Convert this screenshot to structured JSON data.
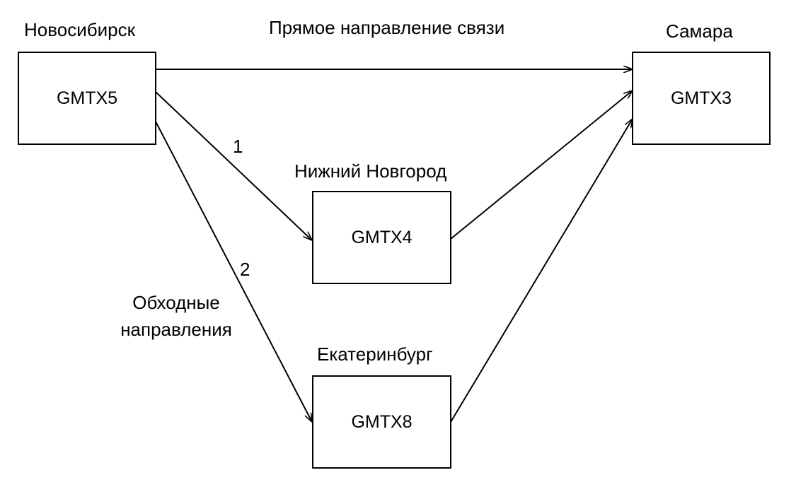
{
  "title": "Прямое направление связи",
  "bypass_label": [
    "Обходные",
    "направления"
  ],
  "route_labels": [
    "1",
    "2"
  ],
  "nodes": {
    "novosibirsk": {
      "city": "Новосибирск",
      "id": "GMTX5"
    },
    "samara": {
      "city": "Самара",
      "id": "GMTX3"
    },
    "nizhny": {
      "city": "Нижний Новгород",
      "id": "GMTX4"
    },
    "ekaterinburg": {
      "city": "Екатеринбург",
      "id": "GMTX8"
    }
  },
  "edges": [
    {
      "from": "GMTX5",
      "to": "GMTX3"
    },
    {
      "from": "GMTX5",
      "to": "GMTX4"
    },
    {
      "from": "GMTX5",
      "to": "GMTX8"
    },
    {
      "from": "GMTX4",
      "to": "GMTX3"
    },
    {
      "from": "GMTX8",
      "to": "GMTX3"
    }
  ],
  "colors": {
    "stroke": "#000000",
    "background": "#ffffff"
  }
}
